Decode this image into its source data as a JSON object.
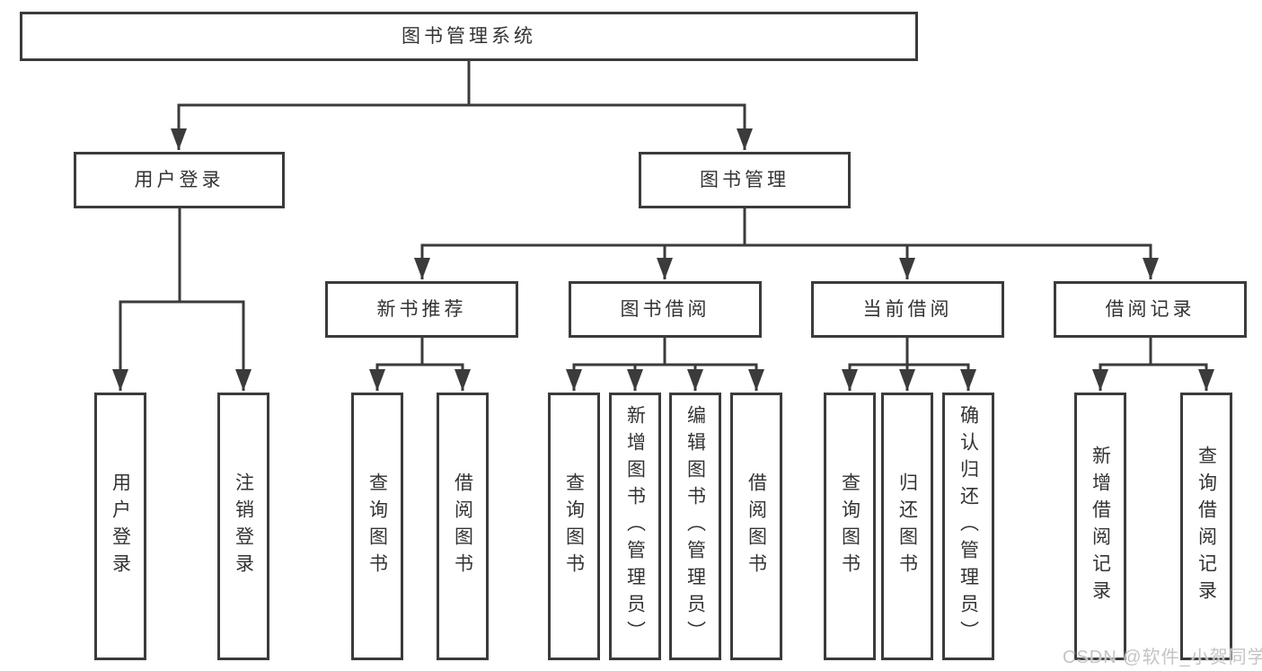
{
  "colors": {
    "line": "#3b3b3b",
    "text": "#333333",
    "box_background": "#ffffff",
    "watermark": "#c4c4c4"
  },
  "tree": {
    "root": {
      "label": "图书管理系统"
    },
    "user_login": {
      "label": "用户登录",
      "children": [
        {
          "label": "用户登录"
        },
        {
          "label": "注销登录"
        }
      ]
    },
    "book_management": {
      "label": "图书管理",
      "children": [
        {
          "label": "新书推荐",
          "children": [
            {
              "label": "查询图书"
            },
            {
              "label": "借阅图书"
            }
          ]
        },
        {
          "label": "图书借阅",
          "children": [
            {
              "label": "查询图书"
            },
            {
              "label": "新增图书（管理员）"
            },
            {
              "label": "编辑图书（管理员）"
            },
            {
              "label": "借阅图书"
            }
          ]
        },
        {
          "label": "当前借阅",
          "children": [
            {
              "label": "查询图书"
            },
            {
              "label": "归还图书"
            },
            {
              "label": "确认归还（管理员）"
            }
          ]
        },
        {
          "label": "借阅记录",
          "children": [
            {
              "label": "新增借阅记录"
            },
            {
              "label": "查询借阅记录"
            }
          ]
        }
      ]
    }
  },
  "watermark": {
    "text": "CSDN @软件_小贺同学"
  }
}
